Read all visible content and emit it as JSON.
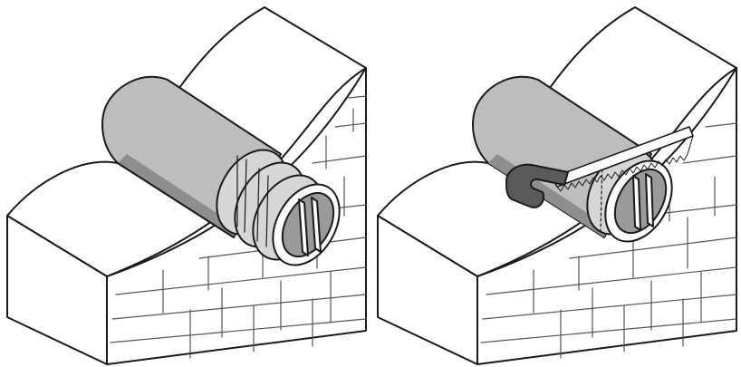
{
  "figure": {
    "panels": [
      {
        "id": "before-cut",
        "tool": "none",
        "visible_text": []
      },
      {
        "id": "during-cut",
        "tool": "hand-saw",
        "visible_text": []
      }
    ],
    "colors": {
      "line": "#1a1a1a",
      "paper": "#ffffff",
      "duct_fill": "#bdbdbd",
      "duct_dark": "#8e8e8e",
      "duct_light": "#d6d6d6",
      "insert_inner": "#9a9a9a",
      "saw_handle": "#5a5a5a",
      "saw_blade": "#ffffff"
    }
  }
}
